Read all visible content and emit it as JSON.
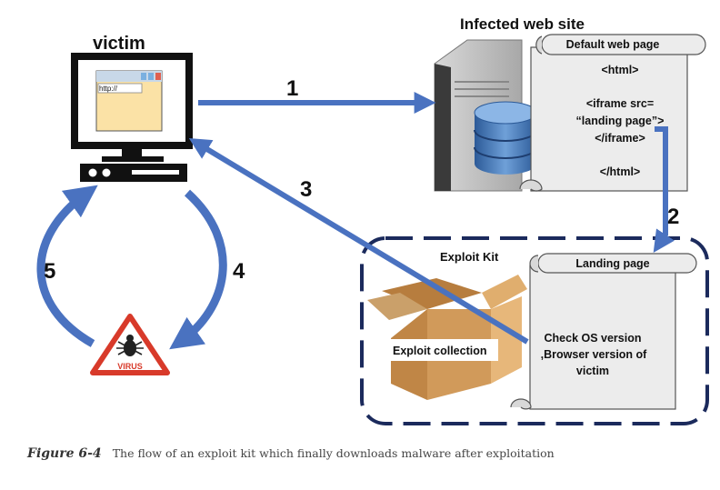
{
  "labels": {
    "victim": "victim",
    "browser_url": "http://",
    "infected_site": "Infected web site",
    "exploit_kit": "Exploit Kit",
    "exploit_collection": "Exploit collection",
    "virus": "VIRUS"
  },
  "default_page": {
    "header": "Default web page",
    "lines": [
      "<html>",
      "<iframe src=",
      "“landing page”>",
      "</iframe>",
      "</html>"
    ]
  },
  "landing_page": {
    "header": "Landing page",
    "lines": [
      "Check OS version",
      ",Browser version of",
      "victim"
    ]
  },
  "steps": [
    "1",
    "2",
    "3",
    "4",
    "5"
  ],
  "caption": {
    "figure": "Figure 6-4",
    "text": "The flow of an exploit kit which finally downloads malware after exploitation"
  },
  "colors": {
    "arrow": "#4a72c0",
    "dash_border": "#1b2a5c",
    "scroll_fill": "#ececec",
    "box": "#d19a5a",
    "db": "#3d6fb0",
    "virus": "#d83a2a"
  }
}
